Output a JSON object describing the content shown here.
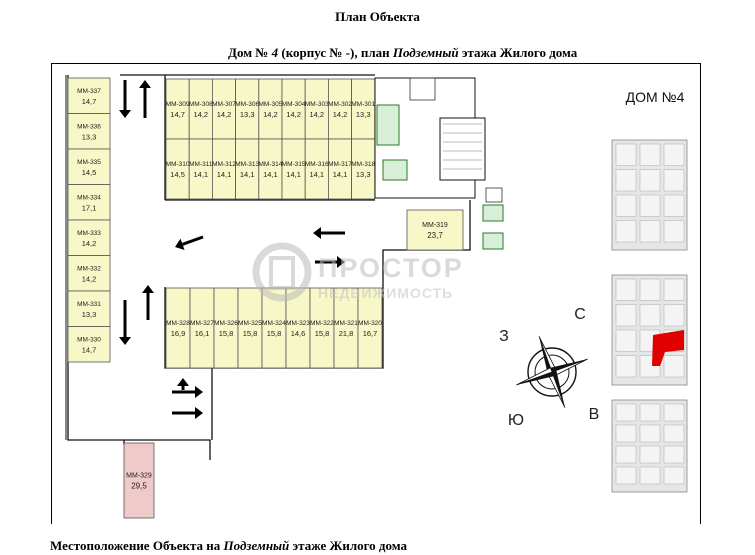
{
  "header": {
    "title": "План Объекта",
    "subtitle_prefix": "Дом № ",
    "house_number": "4",
    "subtitle_middle": " (корпус № -), план ",
    "floor": "Подземный",
    "subtitle_suffix": " этажа Жилого дома"
  },
  "footer": {
    "prefix": "Местоположение Объекта на ",
    "floor": "Подземный",
    "suffix": " этаже Жилого дома"
  },
  "watermark": {
    "line1": "ПРОСТОР",
    "line2": "НЕДВИЖИМОСТЬ"
  },
  "key_plan": {
    "title": "ДОМ №4"
  },
  "compass": {
    "n": "С",
    "e": "В",
    "s": "Ю",
    "w": "З"
  },
  "colors": {
    "spot": "#f7f7c8",
    "highlight": "#f0c9c9",
    "selected_section": "#e00000"
  },
  "parking": {
    "left_column": [
      {
        "id": "ММ-337",
        "area": "14,7"
      },
      {
        "id": "ММ-336",
        "area": "13,3"
      },
      {
        "id": "ММ-335",
        "area": "14,5"
      },
      {
        "id": "ММ-334",
        "area": "17,1"
      },
      {
        "id": "ММ-333",
        "area": "14,2"
      },
      {
        "id": "ММ-332",
        "area": "14,2"
      },
      {
        "id": "ММ-331",
        "area": "13,3"
      },
      {
        "id": "ММ-330",
        "area": "14,7"
      }
    ],
    "top_row": [
      {
        "id": "ММ-309",
        "area": "14,7"
      },
      {
        "id": "ММ-308",
        "area": "14,2"
      },
      {
        "id": "ММ-307",
        "area": "14,2"
      },
      {
        "id": "ММ-306",
        "area": "13,3"
      },
      {
        "id": "ММ-305",
        "area": "14,2"
      },
      {
        "id": "ММ-304",
        "area": "14,2"
      },
      {
        "id": "ММ-303",
        "area": "14,2"
      },
      {
        "id": "ММ-302",
        "area": "14,2"
      },
      {
        "id": "ММ-301",
        "area": "13,3"
      }
    ],
    "second_row": [
      {
        "id": "ММ-310",
        "area": "14,5"
      },
      {
        "id": "ММ-311",
        "area": "14,1"
      },
      {
        "id": "ММ-312",
        "area": "14,1"
      },
      {
        "id": "ММ-313",
        "area": "14,1"
      },
      {
        "id": "ММ-314",
        "area": "14,1"
      },
      {
        "id": "ММ-315",
        "area": "14,1"
      },
      {
        "id": "ММ-316",
        "area": "14,1"
      },
      {
        "id": "ММ-317",
        "area": "14,1"
      },
      {
        "id": "ММ-318",
        "area": "13,3"
      }
    ],
    "bottom_row": [
      {
        "id": "ММ-328",
        "area": "16,9"
      },
      {
        "id": "ММ-327",
        "area": "16,1"
      },
      {
        "id": "ММ-326",
        "area": "15,8"
      },
      {
        "id": "ММ-325",
        "area": "15,8"
      },
      {
        "id": "ММ-324",
        "area": "15,8"
      },
      {
        "id": "ММ-323",
        "area": "14,6"
      },
      {
        "id": "ММ-322",
        "area": "15,8"
      },
      {
        "id": "ММ-321",
        "area": "21,8"
      },
      {
        "id": "ММ-320",
        "area": "16,7"
      }
    ],
    "spot_319": {
      "id": "ММ-319",
      "area": "23,7"
    },
    "spot_329": {
      "id": "ММ-329",
      "area": "29,5"
    }
  }
}
